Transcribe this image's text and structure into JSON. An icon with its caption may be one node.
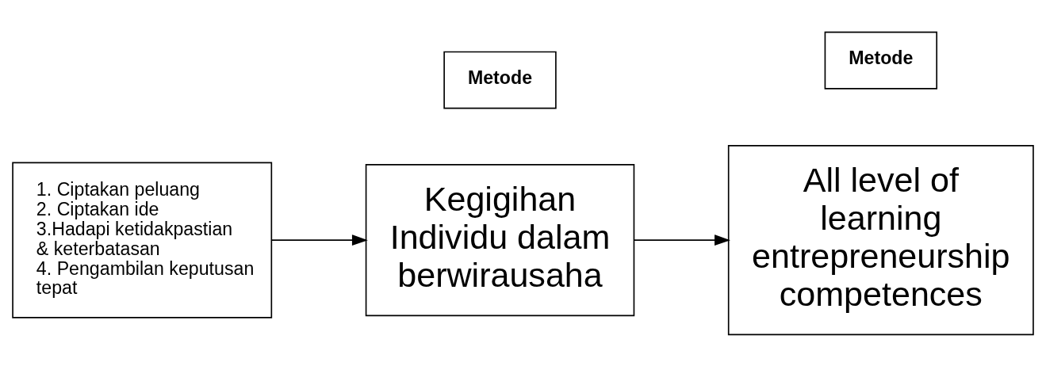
{
  "diagram": {
    "nodes": [
      {
        "text": [
          "1. Ciptakan peluang",
          "2. Ciptakan ide",
          "3.Hadapi ketidakpastian & keterbatasan",
          "4. Pengambilan keputusan tepat"
        ]
      },
      {
        "text": [
          "Kegigihan Individu dalam berwirausaha"
        ]
      },
      {
        "text": [
          "All level of learning entrepreneurship competences"
        ]
      },
      {
        "text": [
          "Metode"
        ]
      },
      {
        "text": [
          "Metode"
        ]
      }
    ],
    "edges": [
      {
        "from": 0,
        "to": 1,
        "arrow": "to"
      },
      {
        "from": 1,
        "to": 2,
        "arrow": "to"
      }
    ]
  }
}
